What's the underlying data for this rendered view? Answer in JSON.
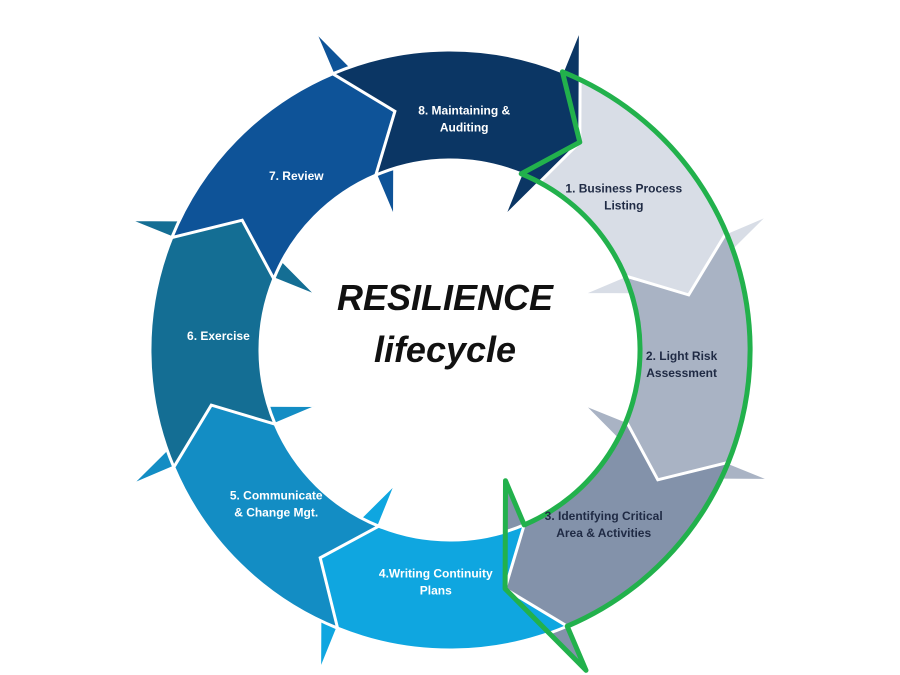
{
  "diagram": {
    "title_line1": "RESILIENCE",
    "title_line2": "lifecycle",
    "highlight_color": "#22b14c",
    "steps": [
      {
        "id": "step-1",
        "line1": "1. Business Process",
        "line2": "Listing",
        "color": "#d8dde6",
        "text_color": "#1f2a44"
      },
      {
        "id": "step-2",
        "line1": "2. Light Risk",
        "line2": "Assessment",
        "color": "#a9b3c4",
        "text_color": "#1f2a44"
      },
      {
        "id": "step-3",
        "line1": "3. Identifying Critical",
        "line2": "Area & Activities",
        "color": "#8392aa",
        "text_color": "#1f2a44"
      },
      {
        "id": "step-4",
        "line1": "4.Writing Continuity",
        "line2": "Plans",
        "color": "#0fa6e0",
        "text_color": "#ffffff"
      },
      {
        "id": "step-5",
        "line1": "5. Communicate",
        "line2": "& Change Mgt.",
        "color": "#138dc4",
        "text_color": "#ffffff"
      },
      {
        "id": "step-6",
        "line1": "6. Exercise",
        "line2": "",
        "color": "#146e94",
        "text_color": "#ffffff"
      },
      {
        "id": "step-7",
        "line1": "7. Review",
        "line2": "",
        "color": "#0e5398",
        "text_color": "#ffffff"
      },
      {
        "id": "step-8",
        "line1": "8. Maintaining &",
        "line2": "Auditing",
        "color": "#0b3664",
        "text_color": "#ffffff"
      }
    ]
  }
}
